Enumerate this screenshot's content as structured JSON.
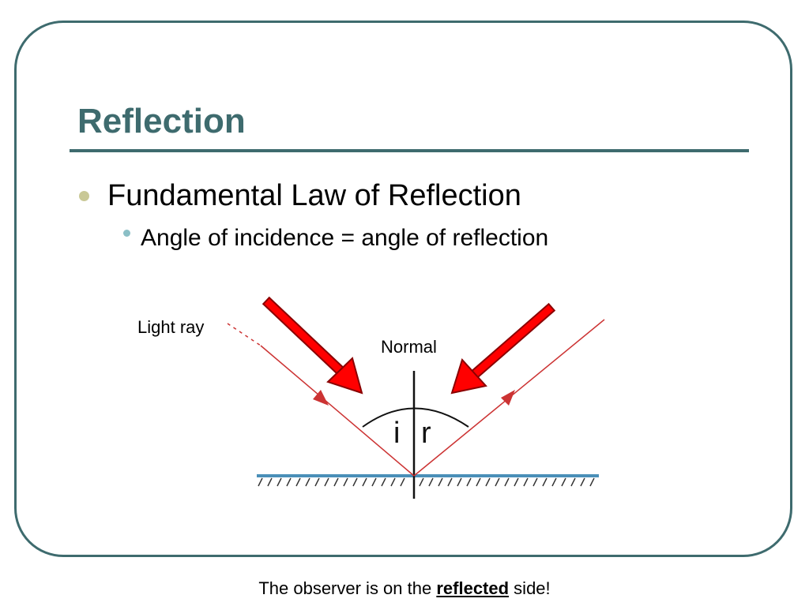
{
  "slide": {
    "title": "Reflection",
    "bullet_level1": "Fundamental Law of Reflection",
    "bullet_level2": "Angle of incidence = angle of reflection"
  },
  "diagram": {
    "light_ray_label": "Light ray",
    "normal_label": "Normal",
    "incidence_angle_label": "i",
    "reflection_angle_label": "r"
  },
  "caption": {
    "before": "The observer is on the ",
    "emphasis": "reflected",
    "after": " side!"
  },
  "colors": {
    "accent": "#3e6b6e",
    "ray": "#cc3333",
    "pointer_arrow": "#ff0000",
    "mirror": "#4a8fb8"
  }
}
